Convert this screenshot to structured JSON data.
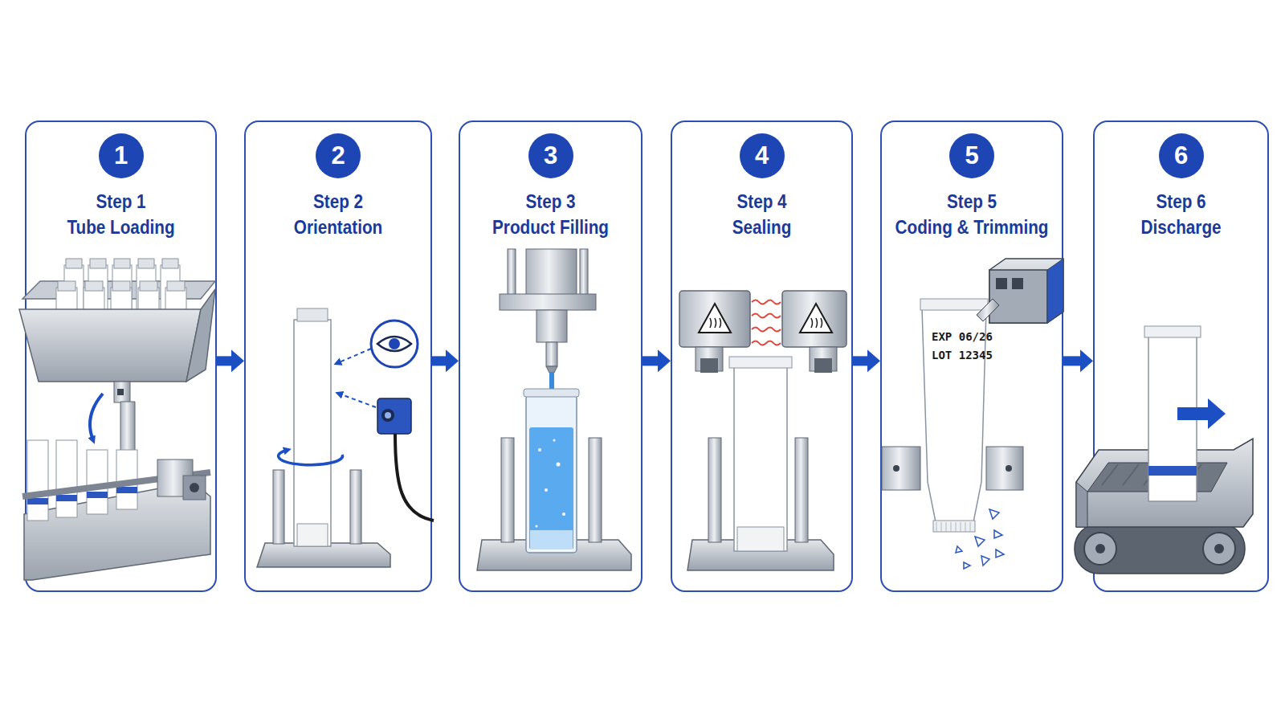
{
  "diagram": {
    "nodes": [
      {
        "text": [
          "Step 1",
          "Tube Loading"
        ]
      },
      {
        "text": [
          "1"
        ],
        "in": 0
      },
      {
        "text": [
          "Step 2",
          "Orientation"
        ]
      },
      {
        "text": [
          "2"
        ],
        "in": 2
      },
      {
        "text": [
          "Step 3",
          "Product Filling"
        ]
      },
      {
        "text": [
          "3"
        ],
        "in": 4
      },
      {
        "text": [
          "Step 4",
          "Sealing"
        ]
      },
      {
        "text": [
          "4"
        ],
        "in": 6
      },
      {
        "text": [
          "Step 5",
          "Coding & Trimming"
        ]
      },
      {
        "text": [
          "5"
        ],
        "in": 8
      },
      {
        "text": [
          "Step 6",
          "Discharge"
        ]
      },
      {
        "text": [
          "6"
        ],
        "in": 10
      }
    ],
    "edges": [
      {
        "from": 0,
        "to": 2,
        "arrow": "to"
      },
      {
        "from": 2,
        "to": 4,
        "arrow": "to"
      },
      {
        "from": 4,
        "to": 6,
        "arrow": "to"
      },
      {
        "from": 6,
        "to": 8,
        "arrow": "to"
      },
      {
        "from": 8,
        "to": 10,
        "arrow": "to"
      }
    ],
    "labels": [
      "EXP 06/26",
      "LOT 12345"
    ]
  }
}
